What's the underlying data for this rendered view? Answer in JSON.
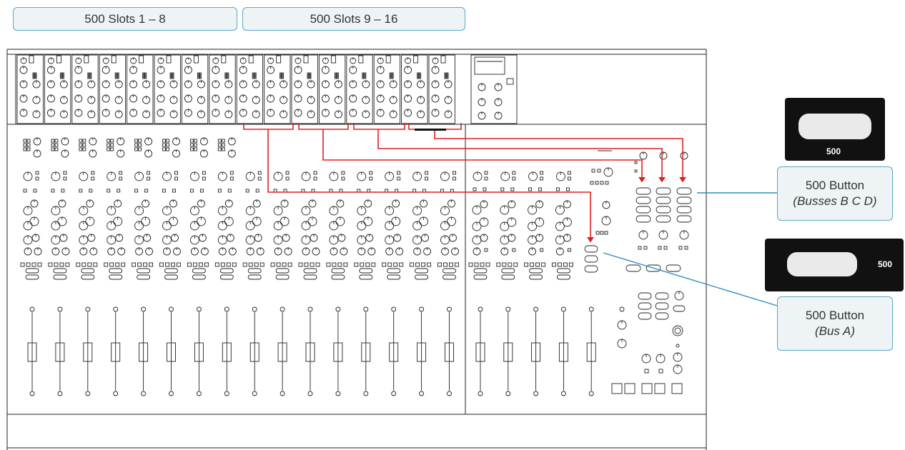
{
  "slot_tabs": [
    {
      "label": "500 Slots 1 – 8"
    },
    {
      "label": "500 Slots 9 – 16"
    }
  ],
  "callouts": {
    "busses_bcd": {
      "title": "500 Button",
      "subtitle": "(Busses B C D)"
    },
    "bus_a": {
      "title": "500 Button",
      "subtitle": "(Bus A)"
    }
  },
  "button_photos": [
    {
      "label": "500"
    },
    {
      "label": "500"
    }
  ],
  "colors": {
    "routing_line": "#e02020",
    "leader_line": "#2b8fc0",
    "drawing": "#222222",
    "tab_border": "#5aa6c8",
    "tab_fill": "#eef3f6"
  },
  "console": {
    "input_channels": 16,
    "group_channels": 5,
    "rack_slots": 16
  }
}
